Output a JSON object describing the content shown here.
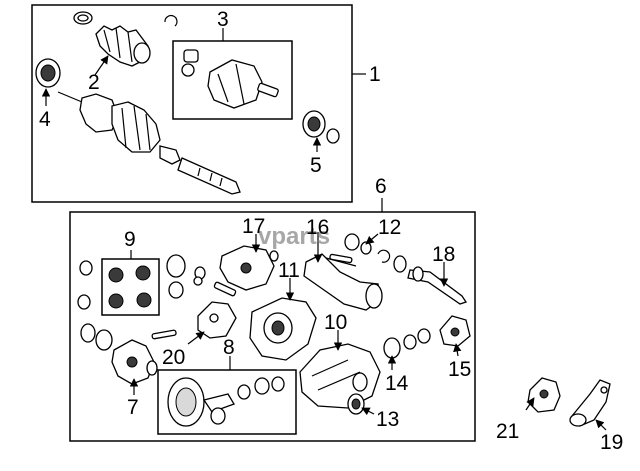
{
  "watermark": "vparts",
  "callouts": {
    "c1": "1",
    "c2": "2",
    "c3": "3",
    "c4": "4",
    "c5": "5",
    "c6": "6",
    "c7": "7",
    "c8": "8",
    "c9": "9",
    "c10": "10",
    "c11": "11",
    "c12": "12",
    "c13": "13",
    "c14": "14",
    "c15": "15",
    "c16": "16",
    "c17": "17",
    "c18": "18",
    "c19": "19",
    "c20": "20",
    "c21": "21"
  },
  "colors": {
    "line": "#000000",
    "background": "#ffffff",
    "watermark": "#8a8a8a"
  }
}
